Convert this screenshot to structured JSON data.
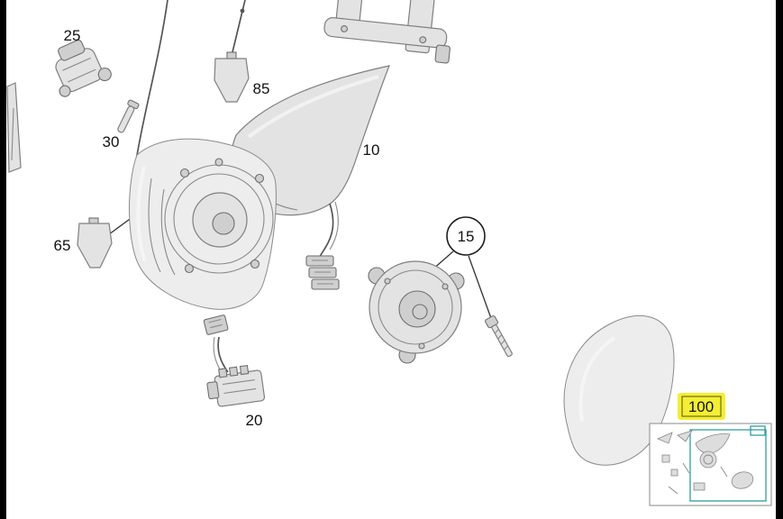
{
  "parts": {
    "p10": {
      "label": "10"
    },
    "p15": {
      "label": "15"
    },
    "p20": {
      "label": "20"
    },
    "p25": {
      "label": "25"
    },
    "p30": {
      "label": "30"
    },
    "p65": {
      "label": "65"
    },
    "p85": {
      "label": "85"
    },
    "p100": {
      "label": "100",
      "highlighted": true
    }
  },
  "colors": {
    "highlight": "#f4ee35",
    "selection": "#2f9e9e",
    "part_fill": "#e3e3e3",
    "part_stroke": "#7f7f7f"
  }
}
